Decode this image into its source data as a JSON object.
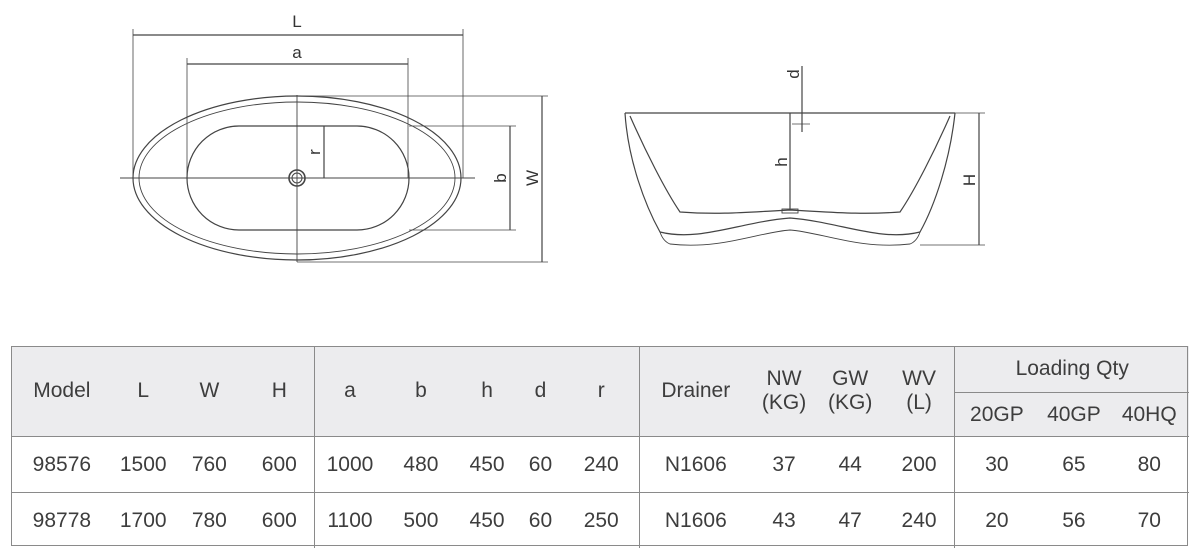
{
  "top_view": {
    "dim_L": "L",
    "dim_a": "a",
    "dim_r": "r",
    "dim_b": "b",
    "dim_W": "W"
  },
  "side_view": {
    "dim_d": "d",
    "dim_h": "h",
    "dim_H": "H"
  },
  "table": {
    "headers": {
      "model": "Model",
      "L": "L",
      "W": "W",
      "H": "H",
      "a": "a",
      "b": "b",
      "h": "h",
      "d": "d",
      "r": "r",
      "drainer": "Drainer",
      "nw_1": "NW",
      "nw_2": "(KG)",
      "gw_1": "GW",
      "gw_2": "(KG)",
      "wv_1": "WV",
      "wv_2": "(L)",
      "loading_qty": "Loading Qty",
      "gp20": "20GP",
      "gp40": "40GP",
      "hq40": "40HQ"
    },
    "rows": [
      {
        "model": "98576",
        "L": "1500",
        "W": "760",
        "H": "600",
        "a": "1000",
        "b": "480",
        "h": "450",
        "d": "60",
        "r": "240",
        "drainer": "N1606",
        "nw": "37",
        "gw": "44",
        "wv": "200",
        "gp20": "30",
        "gp40": "65",
        "hq40": "80"
      },
      {
        "model": "98778",
        "L": "1700",
        "W": "780",
        "H": "600",
        "a": "1100",
        "b": "500",
        "h": "450",
        "d": "60",
        "r": "250",
        "drainer": "N1606",
        "nw": "43",
        "gw": "47",
        "wv": "240",
        "gp20": "20",
        "gp40": "56",
        "hq40": "70"
      }
    ]
  }
}
